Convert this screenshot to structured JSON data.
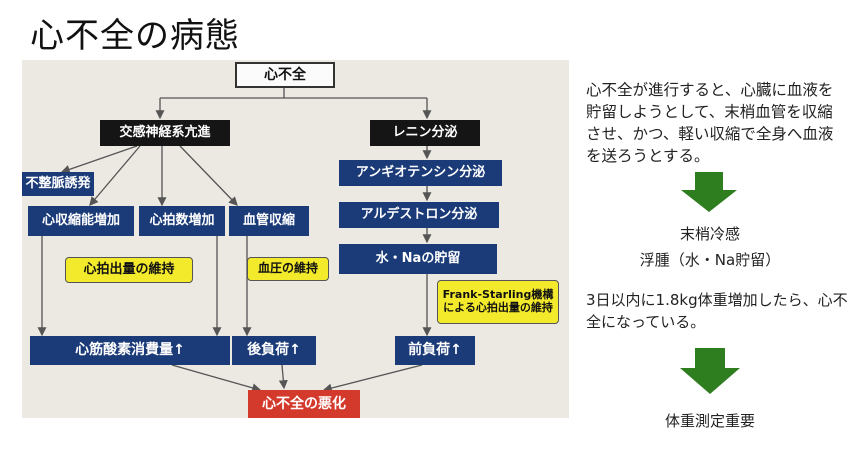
{
  "slide": {
    "title": "心不全の病態"
  },
  "diagram": {
    "nodes": {
      "heart_failure": "心不全",
      "sympathetic": "交感神経系亢進",
      "renin": "レニン分泌",
      "arrhythmia": "不整脈誘発",
      "contractility": "心収縮能増加",
      "heart_rate": "心拍数増加",
      "vasoconstriction": "血管収縮",
      "angiotensin": "アンギオテンシン分泌",
      "aldosterone": "アルデストロン分泌",
      "water_na": "水・Naの貯留",
      "cardiac_output": "心拍出量の維持",
      "blood_pressure": "血圧の維持",
      "frank_starling_line1": "Frank-Starling機構",
      "frank_starling_line2": "による心拍出量の維持",
      "o2_consumption": "心筋酸素消費量↑",
      "afterload": "後負荷↑",
      "preload": "前負荷↑",
      "worsening": "心不全の悪化"
    }
  },
  "notes": {
    "paragraph": "心不全が進行すると、心臓に血液を貯留しようとして、末梢血管を収縮させ、かつ、軽い収縮で全身へ血液を送ろうとする。",
    "symptom1": "末梢冷感",
    "symptom2": "浮腫（水・Na貯留）",
    "weight_note": "3日以内に1.8kg体重増加したら、心不全になっている。",
    "conclusion": "体重測定重要"
  },
  "colors": {
    "arrow_green": "#2e7d1f",
    "box_navy": "#1a3a78",
    "box_yellow": "#f4ea2c",
    "box_red": "#d33a2c"
  }
}
